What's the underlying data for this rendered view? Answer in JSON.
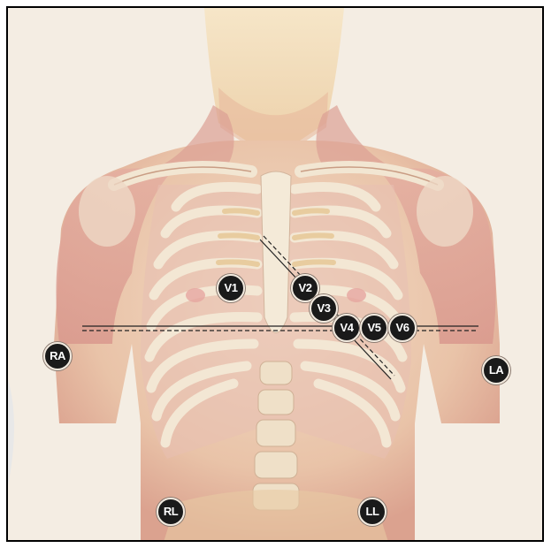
{
  "electrodes": {
    "v1": "V1",
    "v2": "V2",
    "v3": "V3",
    "v4": "V4",
    "v5": "V5",
    "v6": "V6",
    "ra": "RA",
    "la": "LA",
    "rl": "RL",
    "ll": "LL"
  },
  "colors": {
    "skin": "#f1dcc4",
    "muscle": "#d79a8e",
    "bone": "#efe2cc",
    "background": "#f4ede3",
    "electrode": "#1a1a1a"
  }
}
